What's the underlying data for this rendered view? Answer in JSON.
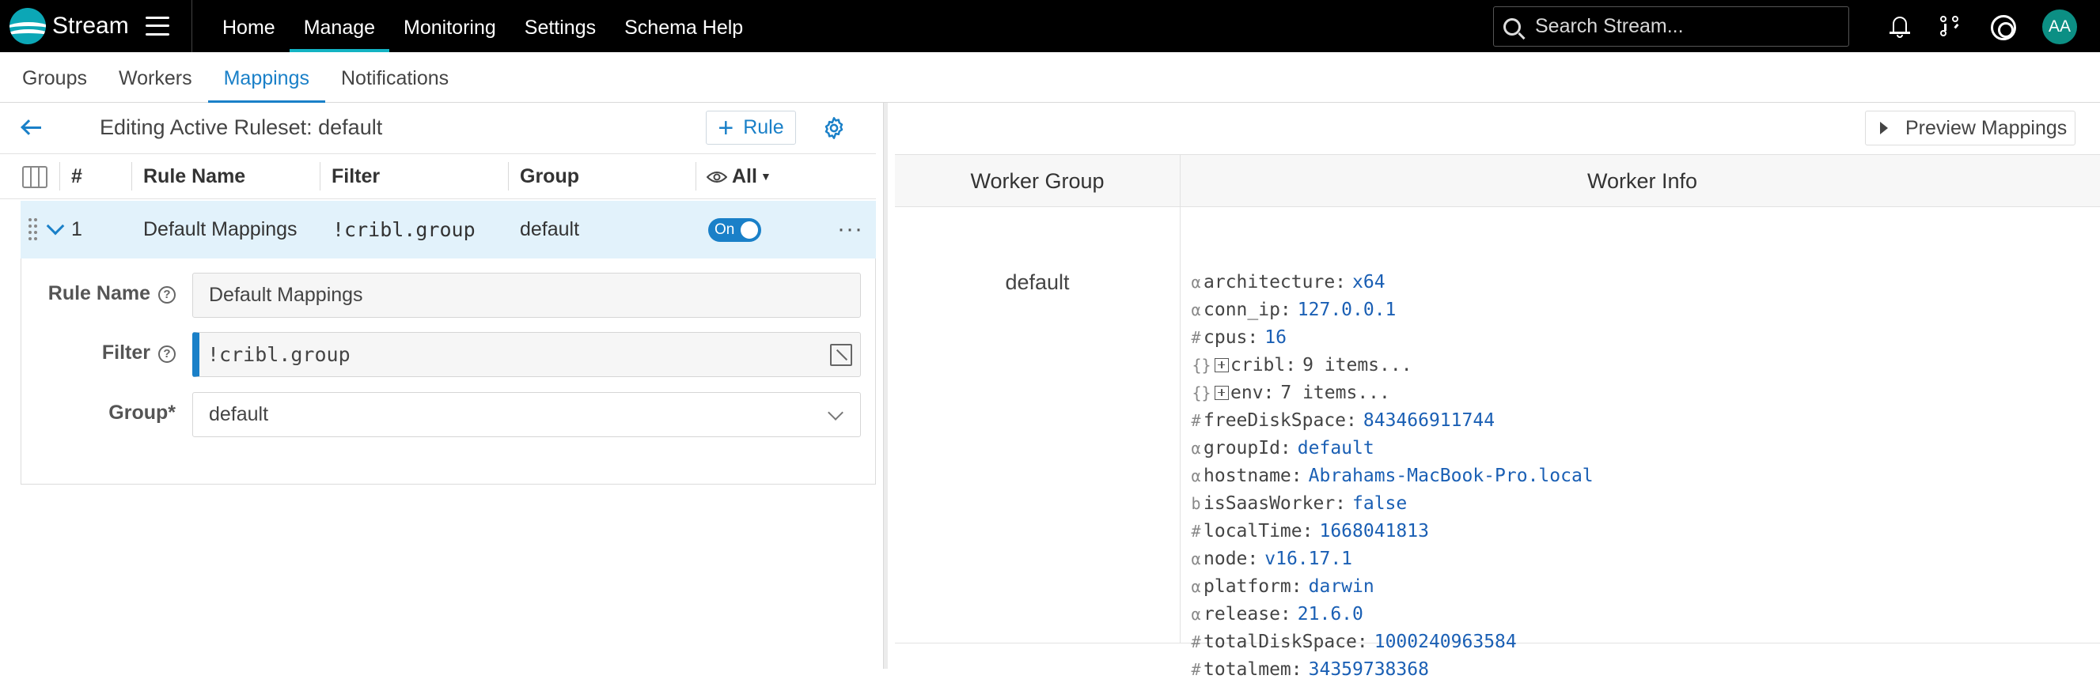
{
  "app": {
    "name": "Stream",
    "nav": [
      "Home",
      "Manage",
      "Monitoring",
      "Settings",
      "Schema Help"
    ],
    "active_nav": "Manage",
    "search_placeholder": "Search Stream...",
    "avatar_initials": "AA",
    "accent_color": "#1a80c8",
    "brand_color": "#0ca7b6"
  },
  "subtabs": [
    "Groups",
    "Workers",
    "Mappings",
    "Notifications"
  ],
  "active_subtab": "Mappings",
  "ruleset": {
    "title": "Editing Active Ruleset: default",
    "add_rule_label": "Rule",
    "columns": {
      "index": "#",
      "rule_name": "Rule Name",
      "filter": "Filter",
      "group": "Group",
      "visibility": "All"
    },
    "rules": [
      {
        "index": "1",
        "name": "Default Mappings",
        "filter": "!cribl.group",
        "group": "default",
        "toggle": "On",
        "enabled": true
      }
    ],
    "form": {
      "rule_name_label": "Rule Name",
      "rule_name_value": "Default Mappings",
      "filter_label": "Filter",
      "filter_value": "!cribl.group",
      "group_label": "Group*",
      "group_value": "default"
    }
  },
  "preview": {
    "button_label": "Preview Mappings",
    "headers": {
      "worker_group": "Worker Group",
      "worker_info": "Worker Info"
    },
    "worker_group": "default",
    "worker_info": [
      {
        "type": "α",
        "key": "architecture:",
        "value": "x64"
      },
      {
        "type": "α",
        "key": "conn_ip:",
        "value": "127.0.0.1"
      },
      {
        "type": "#",
        "key": "cpus:",
        "value": "16"
      },
      {
        "type": "{}",
        "key": "cribl:",
        "value": "9 items...",
        "collapsed": true
      },
      {
        "type": "{}",
        "key": "env:",
        "value": "7 items...",
        "collapsed": true
      },
      {
        "type": "#",
        "key": "freeDiskSpace:",
        "value": "843466911744"
      },
      {
        "type": "α",
        "key": "groupId:",
        "value": "default"
      },
      {
        "type": "α",
        "key": "hostname:",
        "value": "Abrahams-MacBook-Pro.local"
      },
      {
        "type": "b",
        "key": "isSaasWorker:",
        "value": "false"
      },
      {
        "type": "#",
        "key": "localTime:",
        "value": "1668041813"
      },
      {
        "type": "α",
        "key": "node:",
        "value": "v16.17.1"
      },
      {
        "type": "α",
        "key": "platform:",
        "value": "darwin"
      },
      {
        "type": "α",
        "key": "release:",
        "value": "21.6.0"
      },
      {
        "type": "#",
        "key": "totalDiskSpace:",
        "value": "1000240963584"
      },
      {
        "type": "#",
        "key": "totalmem:",
        "value": "34359738368"
      }
    ]
  }
}
